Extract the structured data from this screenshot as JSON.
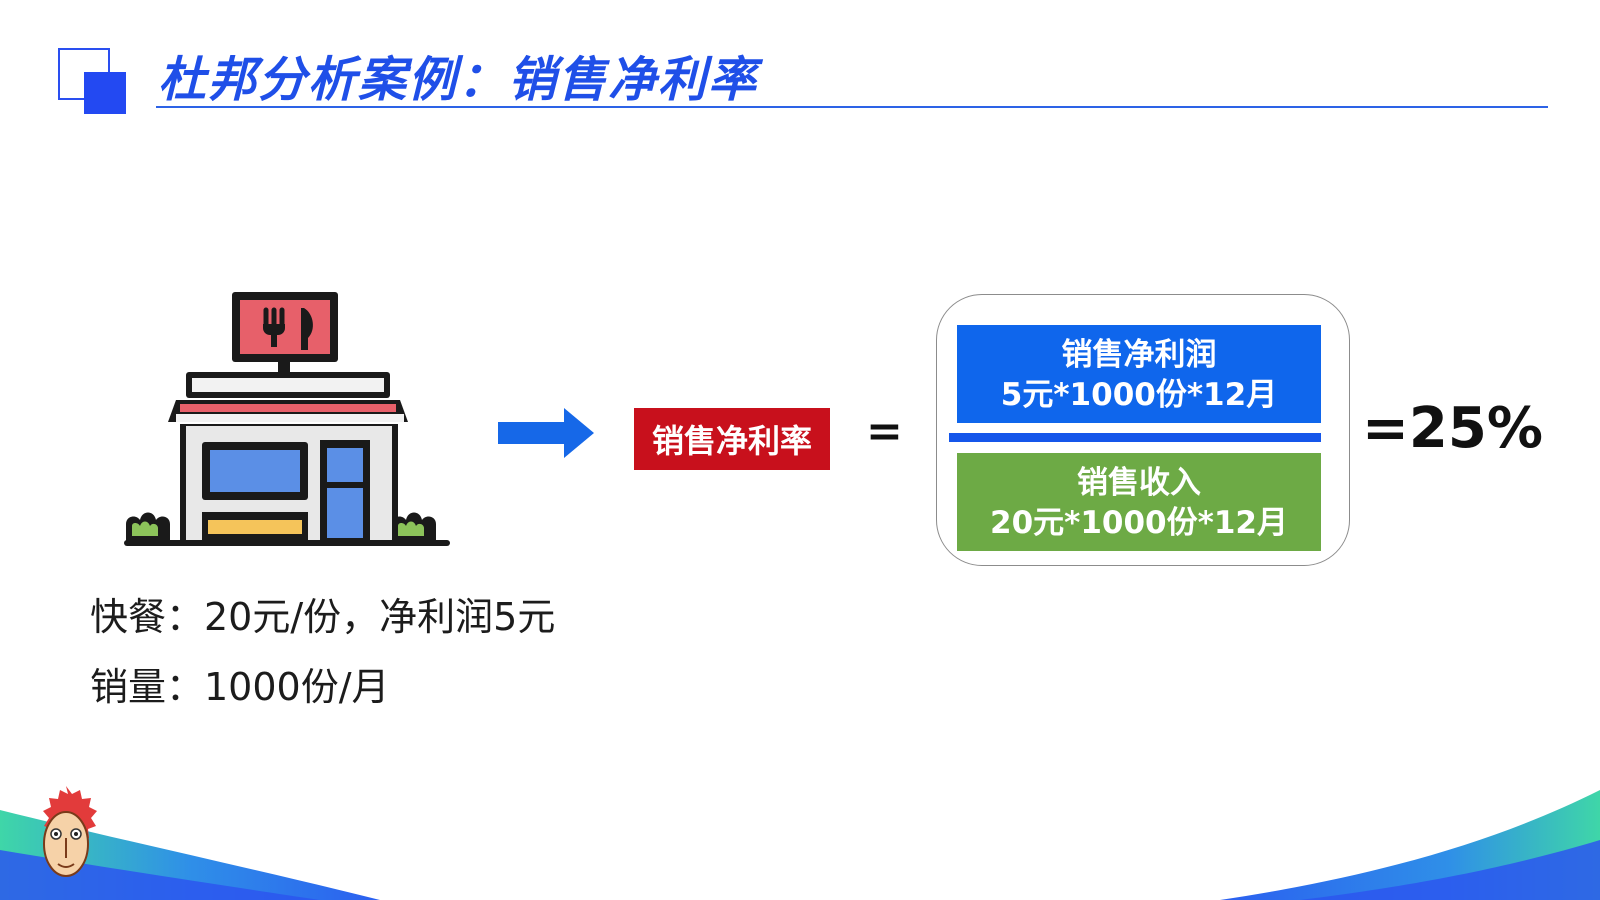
{
  "header": {
    "title": "杜邦分析案例：销售净利率"
  },
  "store": {
    "caption_line1": "快餐：20元/份，净利润5元",
    "caption_line2": "销量：1000份/月"
  },
  "formula": {
    "metric_label": "销售净利率",
    "equals": "=",
    "numerator_title": "销售净利润",
    "numerator_expr": "5元*1000份*12月",
    "denominator_title": "销售收入",
    "denominator_expr": "20元*1000份*12月",
    "result": "=25%"
  },
  "colors": {
    "title_blue": "#1f4fe8",
    "label_red": "#c8101c",
    "numerator_blue": "#0f66ec",
    "denominator_green": "#6daa45"
  },
  "icons": [
    "store-icon",
    "right-arrow-icon",
    "mascot-logo-icon"
  ]
}
